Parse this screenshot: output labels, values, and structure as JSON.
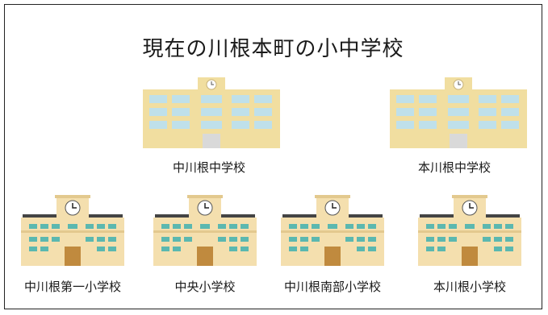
{
  "title": "現在の川根本町の小中学校",
  "junior_high_schools": [
    {
      "name": "中川根中学校",
      "icon": "junior-high-school-building-icon"
    },
    {
      "name": "本川根中学校",
      "icon": "junior-high-school-building-icon"
    }
  ],
  "elementary_schools": [
    {
      "name": "中川根第一小学校",
      "icon": "elementary-school-building-icon"
    },
    {
      "name": "中央小学校",
      "icon": "elementary-school-building-icon"
    },
    {
      "name": "中川根南部小学校",
      "icon": "elementary-school-building-icon"
    },
    {
      "name": "本川根小学校",
      "icon": "elementary-school-building-icon"
    }
  ],
  "colors": {
    "jhs_wall": "#f1dea0",
    "jhs_window": "#bfe0ea",
    "es_wall": "#f4dfae",
    "es_window": "#5bb8b0",
    "es_door": "#c08a3e",
    "frame": "#222222"
  }
}
